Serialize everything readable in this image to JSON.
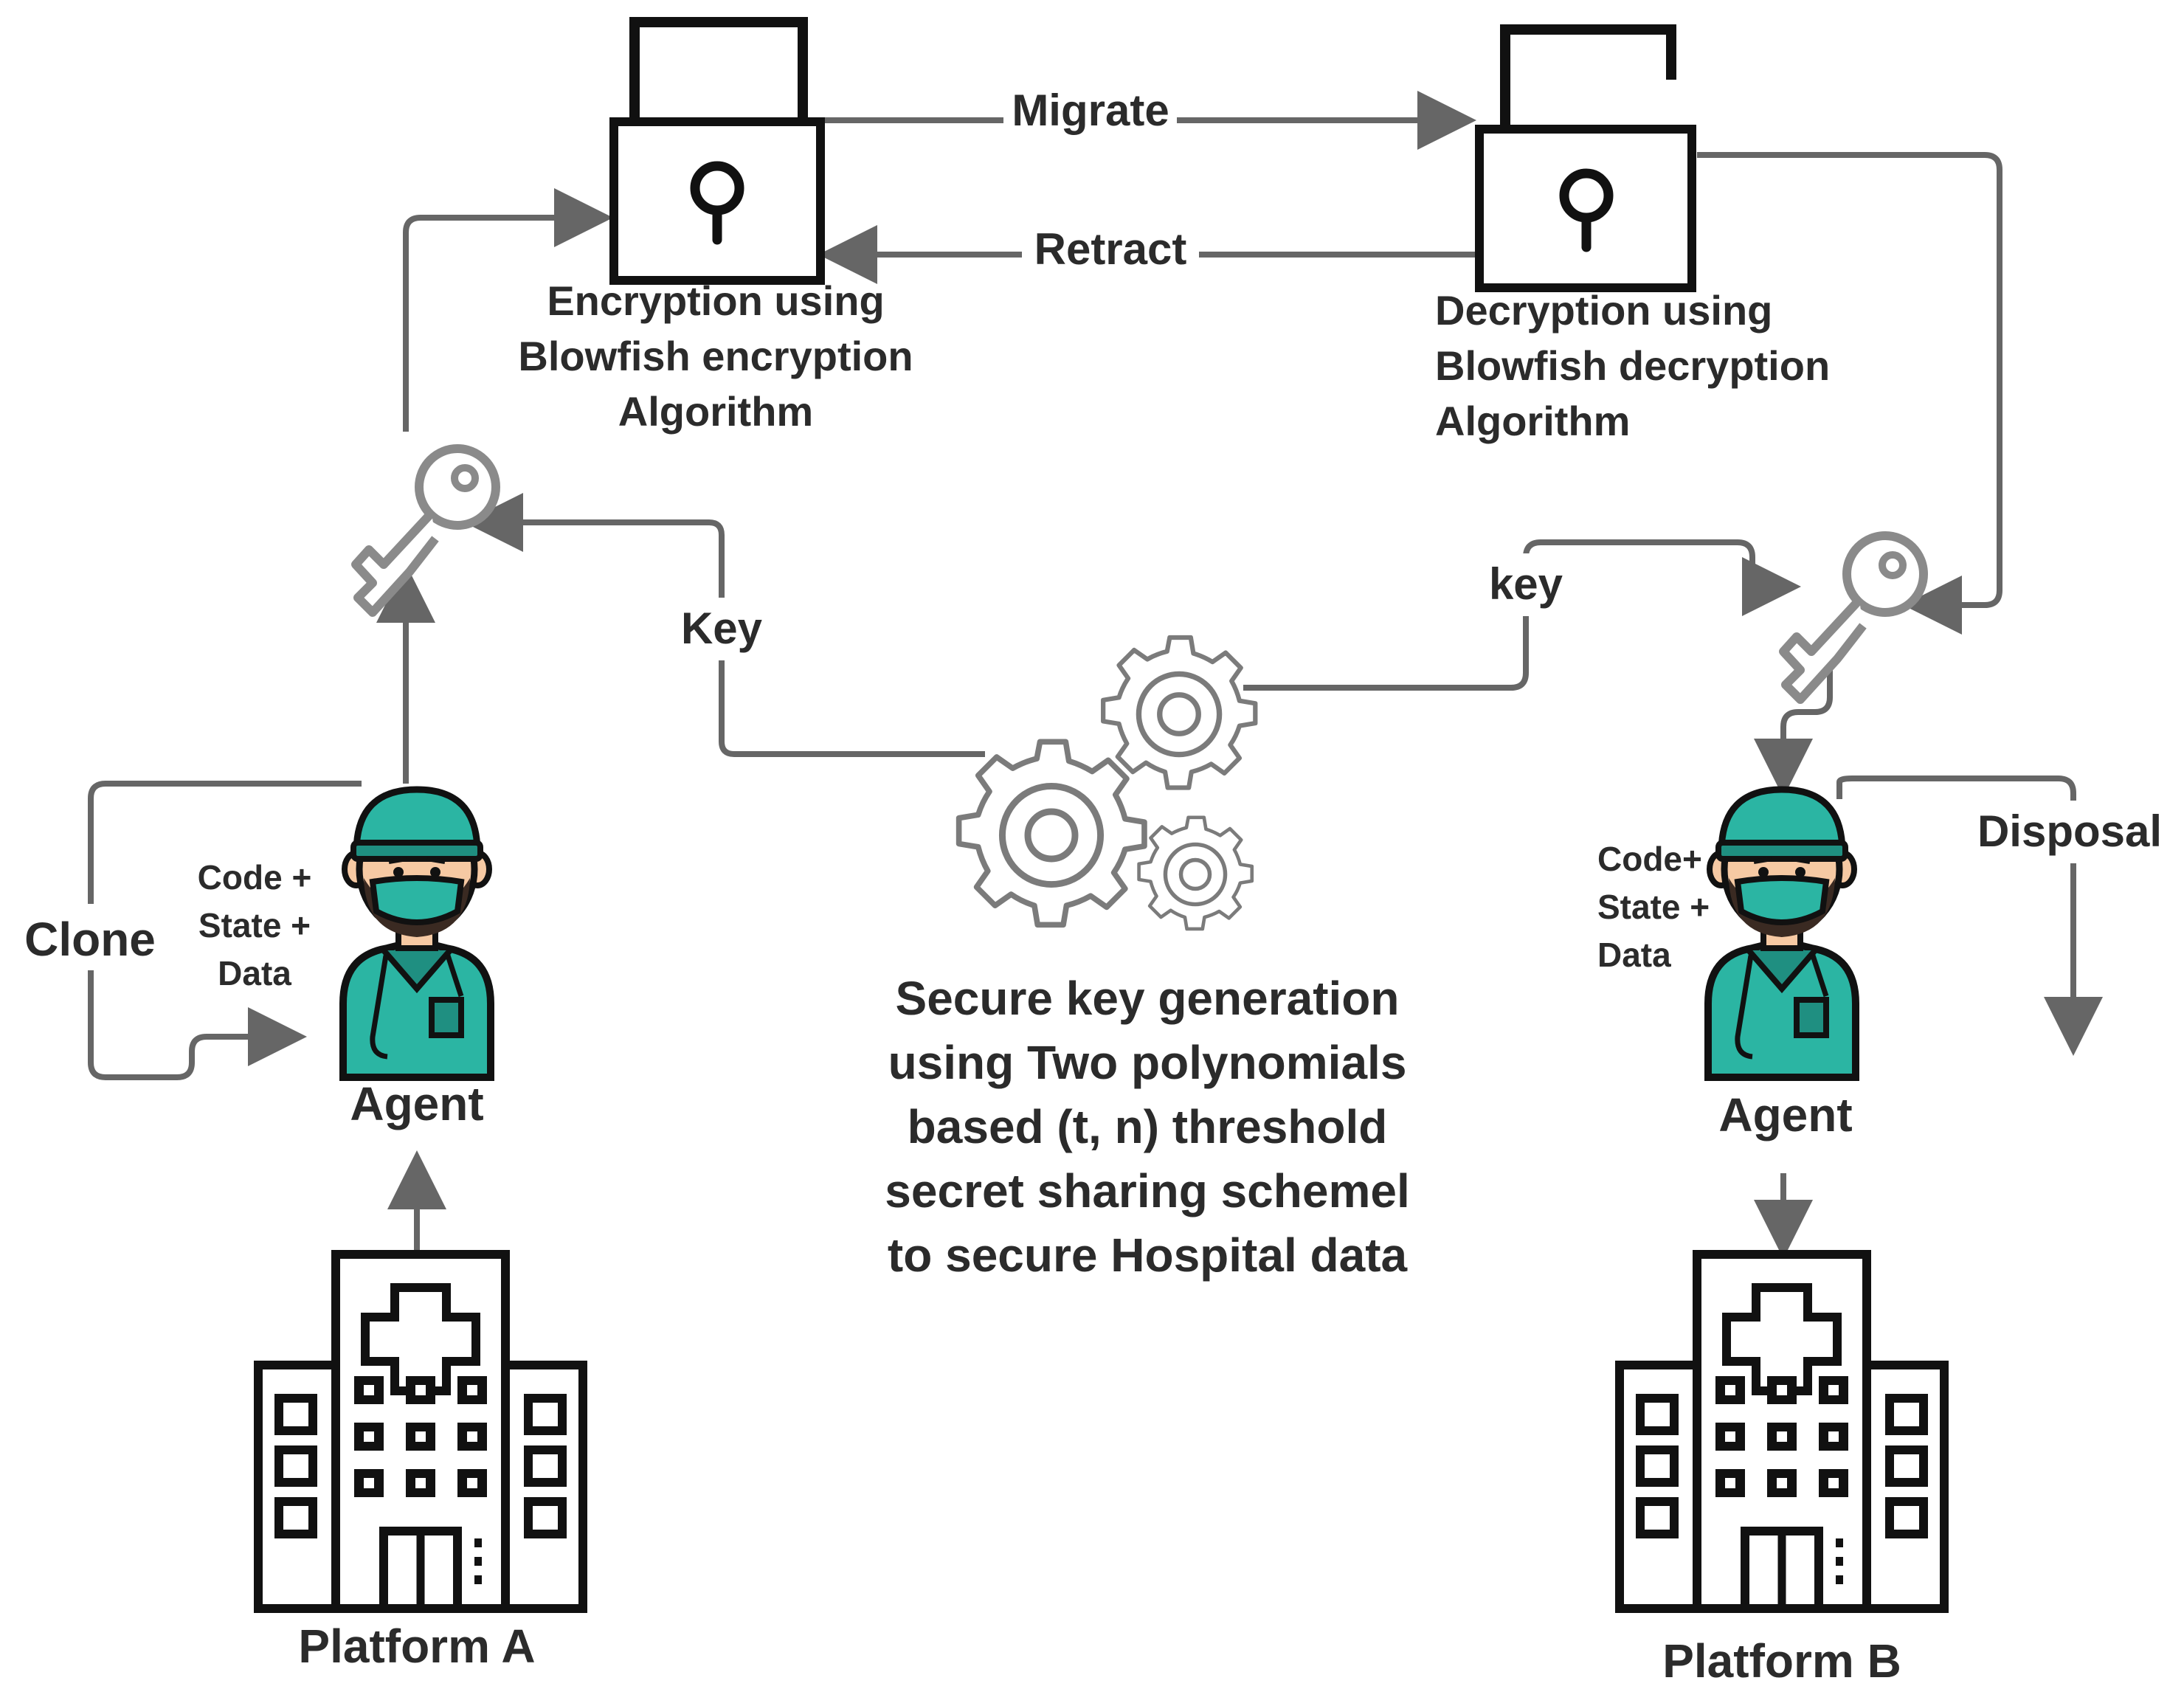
{
  "labels": {
    "migrate": "Migrate",
    "retract": "Retract",
    "encryption": [
      "Encryption using",
      "Blowfish encryption",
      "Algorithm"
    ],
    "decryption": [
      "Decryption using",
      "Blowfish decryption",
      "Algorithm"
    ],
    "key_left": "Key",
    "key_right": "key",
    "clone": "Clone",
    "disposal": "Disposal",
    "payload_left": [
      "Code +",
      "State +",
      "Data"
    ],
    "payload_right": [
      "Code+",
      "State +",
      "Data"
    ],
    "agent_left": "Agent",
    "agent_right": "Agent",
    "secure_key": [
      "Secure key generation",
      "using Two polynomials",
      "based (t, n) threshold",
      "secret sharing schemel",
      "to secure Hospital data"
    ],
    "platform_a": "Platform A",
    "platform_b": "Platform B"
  },
  "colors": {
    "line": "#666666",
    "icon_outline": "#111111",
    "key_outline": "#8a8a8a",
    "gear_outline": "#7b7b7b",
    "scrubs": "#2bb5a3",
    "scrubs_dark": "#1f8f81",
    "skin": "#f6c9a3",
    "beard": "#3a2a22",
    "text": "#2b2b2b"
  },
  "icons": [
    "lock-closed-icon",
    "lock-open-icon",
    "key-icon",
    "gears-icon",
    "doctor-icon",
    "hospital-icon"
  ]
}
